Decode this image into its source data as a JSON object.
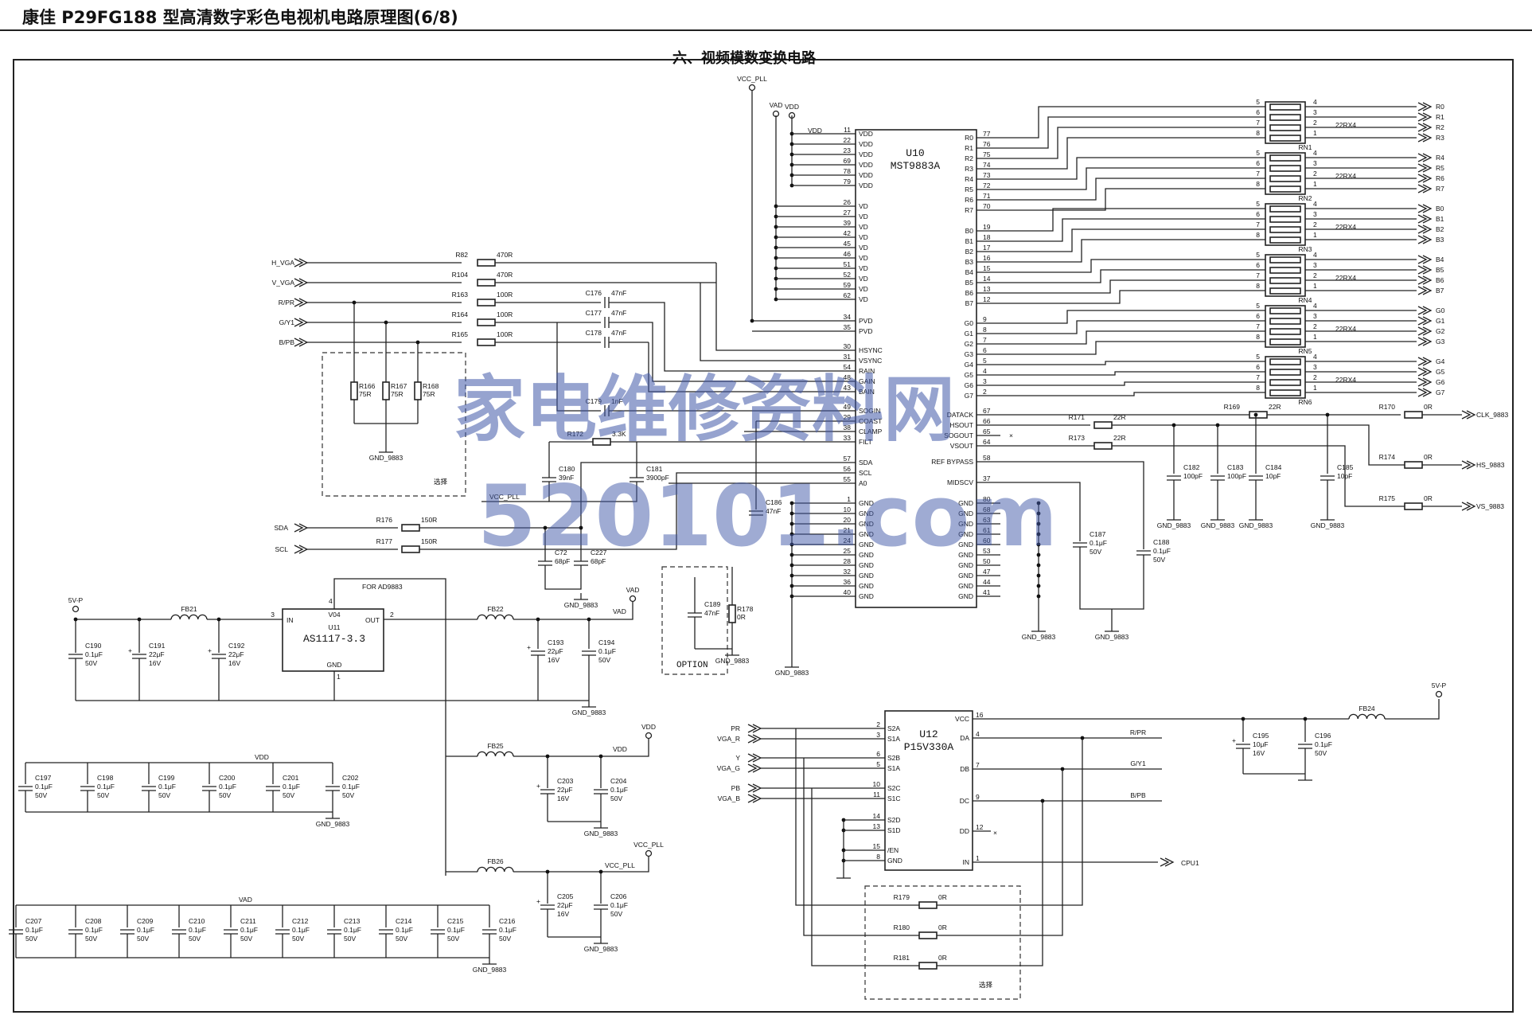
{
  "header": {
    "title": "康佳 P29FG188 型高清数字彩色电视机电路原理图(6/8)",
    "section": "六、视频模数变换电路"
  },
  "watermark": {
    "line1": "家电维修资料网",
    "line2": "520101.com",
    "color": "#3f58a8"
  },
  "u10": {
    "ref": "U10",
    "part": "MST9883A",
    "left_pins": [
      {
        "num": "11",
        "name": "VDD"
      },
      {
        "num": "22",
        "name": "VDD"
      },
      {
        "num": "23",
        "name": "VDD"
      },
      {
        "num": "69",
        "name": "VDD"
      },
      {
        "num": "78",
        "name": "VDD"
      },
      {
        "num": "79",
        "name": "VDD"
      },
      {
        "num": "26",
        "name": "VD"
      },
      {
        "num": "27",
        "name": "VD"
      },
      {
        "num": "39",
        "name": "VD"
      },
      {
        "num": "42",
        "name": "VD"
      },
      {
        "num": "45",
        "name": "VD"
      },
      {
        "num": "46",
        "name": "VD"
      },
      {
        "num": "51",
        "name": "VD"
      },
      {
        "num": "52",
        "name": "VD"
      },
      {
        "num": "59",
        "name": "VD"
      },
      {
        "num": "62",
        "name": "VD"
      },
      {
        "num": "34",
        "name": "PVD"
      },
      {
        "num": "35",
        "name": "PVD"
      },
      {
        "num": "30",
        "name": "HSYNC"
      },
      {
        "num": "31",
        "name": "VSYNC"
      },
      {
        "num": "54",
        "name": "RAIN"
      },
      {
        "num": "48",
        "name": "GAIN"
      },
      {
        "num": "43",
        "name": "BAIN"
      },
      {
        "num": "49",
        "name": "SOGIN"
      },
      {
        "num": "29",
        "name": "COAST"
      },
      {
        "num": "38",
        "name": "CLAMP"
      },
      {
        "num": "33",
        "name": "FILT"
      },
      {
        "num": "57",
        "name": "SDA"
      },
      {
        "num": "56",
        "name": "SCL"
      },
      {
        "num": "55",
        "name": "A0"
      },
      {
        "num": "1",
        "name": "GND"
      },
      {
        "num": "10",
        "name": "GND"
      },
      {
        "num": "20",
        "name": "GND"
      },
      {
        "num": "21",
        "name": "GND"
      },
      {
        "num": "24",
        "name": "GND"
      },
      {
        "num": "25",
        "name": "GND"
      },
      {
        "num": "28",
        "name": "GND"
      },
      {
        "num": "32",
        "name": "GND"
      },
      {
        "num": "36",
        "name": "GND"
      },
      {
        "num": "40",
        "name": "GND"
      }
    ],
    "right_pins": [
      {
        "num": "77",
        "name": "R0"
      },
      {
        "num": "76",
        "name": "R1"
      },
      {
        "num": "75",
        "name": "R2"
      },
      {
        "num": "74",
        "name": "R3"
      },
      {
        "num": "73",
        "name": "R4"
      },
      {
        "num": "72",
        "name": "R5"
      },
      {
        "num": "71",
        "name": "R6"
      },
      {
        "num": "70",
        "name": "R7"
      },
      {
        "num": "19",
        "name": "B0"
      },
      {
        "num": "18",
        "name": "B1"
      },
      {
        "num": "17",
        "name": "B2"
      },
      {
        "num": "16",
        "name": "B3"
      },
      {
        "num": "15",
        "name": "B4"
      },
      {
        "num": "14",
        "name": "B5"
      },
      {
        "num": "13",
        "name": "B6"
      },
      {
        "num": "12",
        "name": "B7"
      },
      {
        "num": "9",
        "name": "G0"
      },
      {
        "num": "8",
        "name": "G1"
      },
      {
        "num": "7",
        "name": "G2"
      },
      {
        "num": "6",
        "name": "G3"
      },
      {
        "num": "5",
        "name": "G4"
      },
      {
        "num": "4",
        "name": "G5"
      },
      {
        "num": "3",
        "name": "G6"
      },
      {
        "num": "2",
        "name": "G7"
      },
      {
        "num": "67",
        "name": "DATACK"
      },
      {
        "num": "66",
        "name": "HSOUT"
      },
      {
        "num": "65",
        "name": "SOGOUT"
      },
      {
        "num": "64",
        "name": "VSOUT"
      },
      {
        "num": "58",
        "name": "REF BYPASS"
      },
      {
        "num": "37",
        "name": "MIDSCV"
      },
      {
        "num": "80",
        "name": "GND"
      },
      {
        "num": "68",
        "name": "GND"
      },
      {
        "num": "63",
        "name": "GND"
      },
      {
        "num": "61",
        "name": "GND"
      },
      {
        "num": "60",
        "name": "GND"
      },
      {
        "num": "53",
        "name": "GND"
      },
      {
        "num": "50",
        "name": "GND"
      },
      {
        "num": "47",
        "name": "GND"
      },
      {
        "num": "44",
        "name": "GND"
      },
      {
        "num": "41",
        "name": "GND"
      }
    ]
  },
  "rnets": [
    {
      "ref": "RN1",
      "value": "22RX4",
      "outs": [
        "R0",
        "R1",
        "R2",
        "R3"
      ]
    },
    {
      "ref": "RN2",
      "value": "22RX4",
      "outs": [
        "R4",
        "R5",
        "R6",
        "R7"
      ]
    },
    {
      "ref": "RN3",
      "value": "22RX4",
      "outs": [
        "B0",
        "B1",
        "B2",
        "B3"
      ]
    },
    {
      "ref": "RN4",
      "value": "22RX4",
      "outs": [
        "B4",
        "B5",
        "B6",
        "B7"
      ]
    },
    {
      "ref": "RN5",
      "value": "22RX4",
      "outs": [
        "G0",
        "G1",
        "G2",
        "G3"
      ]
    },
    {
      "ref": "RN6",
      "value": "22RX4",
      "outs": [
        "G4",
        "G5",
        "G6",
        "G7"
      ]
    }
  ],
  "rnet_pins_left": [
    "5",
    "6",
    "7",
    "8"
  ],
  "rnet_pins_right": [
    "4",
    "3",
    "2",
    "1"
  ],
  "inputs": [
    {
      "name": "H_VGA",
      "res": "R82",
      "val": "470R"
    },
    {
      "name": "V_VGA",
      "res": "R104",
      "val": "470R"
    },
    {
      "name": "R/PR",
      "res": "R163",
      "val": "100R",
      "cap": "C176",
      "cval": "47nF"
    },
    {
      "name": "G/Y1",
      "res": "R164",
      "val": "100R",
      "cap": "C177",
      "cval": "47nF"
    },
    {
      "name": "B/PB",
      "res": "R165",
      "val": "100R",
      "cap": "C178",
      "cval": "47nF"
    }
  ],
  "term": [
    {
      "ref": "R166",
      "val": "75R"
    },
    {
      "ref": "R167",
      "val": "75R"
    },
    {
      "ref": "R168",
      "val": "75R"
    }
  ],
  "outputs": {
    "clk": "CLK_9883",
    "hs": "HS_9883",
    "vs": "VS_9883",
    "r169": "R169",
    "r169v": "22R",
    "r170": "R170",
    "r170v": "0R",
    "r171": "R171",
    "r171v": "22R",
    "r173": "R173",
    "r173v": "22R",
    "r174": "R174",
    "r174v": "0R",
    "r175": "R175",
    "r175v": "0R"
  },
  "caps_right": [
    {
      "ref": "C182",
      "val": "100pF"
    },
    {
      "ref": "C183",
      "val": "100pF"
    },
    {
      "ref": "C184",
      "val": "10pF"
    },
    {
      "ref": "C185",
      "val": "10pF"
    }
  ],
  "labels": {
    "vcc_pll": "VCC_PLL",
    "vad": "VAD",
    "vdd": "VDD",
    "gnd": "GND_9883",
    "sda": "SDA",
    "scl": "SCL",
    "select": "选择",
    "option": "OPTION",
    "for_ad": "FOR AD9883",
    "p5v": "5V-P",
    "cpu1": "CPU1",
    "c179": "C179",
    "c179v": "1nF",
    "r172": "R172",
    "r172v": "3.3K",
    "c180": "C180",
    "c180v": "39nF",
    "c181": "C181",
    "c181v": "3900pF",
    "c186": "C186",
    "c186v": "47nF",
    "r176": "R176",
    "r176v": "150R",
    "r177": "R177",
    "r177v": "150R",
    "c72": "C72",
    "c72v": "68pF",
    "c227": "C227",
    "c227v": "68pF",
    "c189": "C189",
    "c189v": "47nF",
    "r178": "R178",
    "r178v": "0R",
    "c187": "C187",
    "c187v": "0.1μF",
    "c187vv": "50V",
    "c188": "C188",
    "c188v": "0.1μF",
    "c188vv": "50V"
  },
  "u11": {
    "ref": "U11",
    "part": "AS1117-3.3",
    "pin_vo": "V04",
    "pin_in": "IN",
    "pin_out": "OUT",
    "pin_gnd": "GND",
    "n1": "1",
    "n2": "2",
    "n3": "3",
    "n4": "4"
  },
  "power": {
    "fb21": "FB21",
    "fb22": "FB22",
    "fb25": "FB25",
    "fb26": "FB26",
    "fb24": "FB24",
    "c190": "C190",
    "c191": "C191",
    "c192": "C192",
    "c193": "C193",
    "c194": "C194",
    "c203": "C203",
    "c204": "C204",
    "c205": "C205",
    "c206": "C206",
    "c195": "C195",
    "c196": "C196",
    "v01": "0.1μF",
    "v22": "22μF",
    "v10": "10μF",
    "v50": "50V",
    "v16": "16V"
  },
  "decoup_vdd": [
    "C197",
    "C198",
    "C199",
    "C200",
    "C201",
    "C202"
  ],
  "decoup_vad": [
    "C207",
    "C208",
    "C209",
    "C210",
    "C211",
    "C212",
    "C213",
    "C214",
    "C215",
    "C216"
  ],
  "u12": {
    "ref": "U12",
    "part": "P15V330A",
    "left": [
      {
        "num": "2",
        "name": "S2A"
      },
      {
        "num": "3",
        "name": "S1A"
      },
      {
        "num": "6",
        "name": "S2B"
      },
      {
        "num": "5",
        "name": "S1A"
      },
      {
        "num": "10",
        "name": "S2C"
      },
      {
        "num": "11",
        "name": "S1C"
      },
      {
        "num": "14",
        "name": "S2D"
      },
      {
        "num": "13",
        "name": "S1D"
      },
      {
        "num": "15",
        "name": "/EN"
      },
      {
        "num": "8",
        "name": "GND"
      }
    ],
    "right": [
      {
        "num": "16",
        "name": "VCC"
      },
      {
        "num": "4",
        "name": "DA"
      },
      {
        "num": "7",
        "name": "DB"
      },
      {
        "num": "9",
        "name": "DC"
      },
      {
        "num": "12",
        "name": "DD"
      },
      {
        "num": "1",
        "name": "IN"
      }
    ],
    "inputs": [
      "PR",
      "VGA_R",
      "Y",
      "VGA_G",
      "PB",
      "VGA_B"
    ],
    "outputs": [
      "R/PR",
      "G/Y1",
      "B/PB"
    ],
    "r179": "R179",
    "r180": "R180",
    "r181": "R181",
    "r0": "0R"
  }
}
